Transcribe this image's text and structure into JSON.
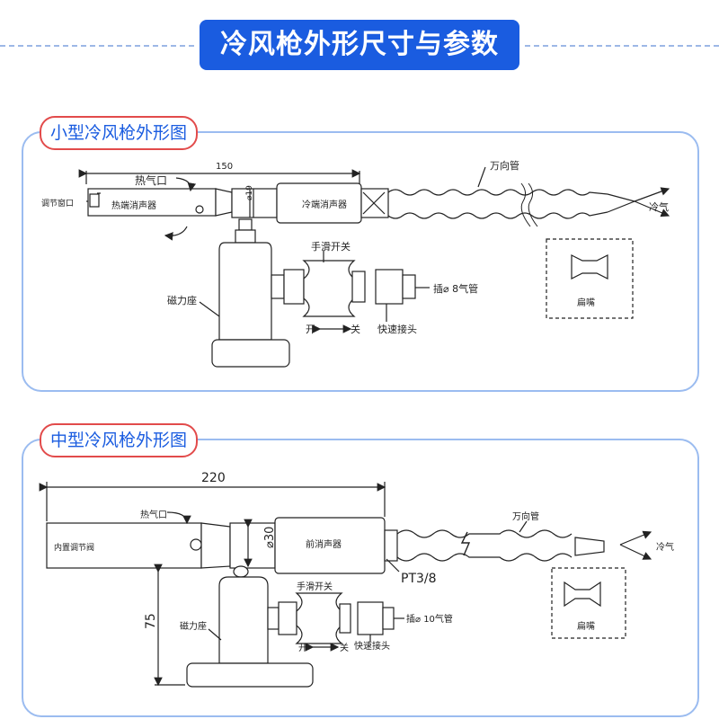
{
  "header": {
    "title": "冷风枪外形尺寸与参数"
  },
  "small": {
    "title": "小型冷风枪外形图",
    "dimension": "150",
    "diameter": "⌀19",
    "labels": {
      "hot_port": "热气口",
      "hot_muffler": "热端消声器",
      "adjust_window": "调节窗口",
      "cold_muffler": "冷端消声器",
      "universal_pipe": "万向管",
      "cold_air": "冷气",
      "hand_switch": "手滑开关",
      "magnet_base": "磁力座",
      "insert_pipe": "插⌀ 8气管",
      "quick_connector": "快速接头",
      "open": "开",
      "close": "关",
      "flat_nozzle": "扁嘴"
    }
  },
  "medium": {
    "title": "中型冷风枪外形图",
    "dimension_width": "220",
    "dimension_height": "75",
    "diameter": "⌀30",
    "thread": "PT3/8",
    "labels": {
      "hot_port": "热气口",
      "inner_valve": "内置调节阀",
      "front_muffler": "前消声器",
      "universal_pipe": "万向管",
      "cold_air": "冷气",
      "hand_switch": "手滑开关",
      "magnet_base": "磁力座",
      "insert_pipe": "插⌀ 10气管",
      "quick_connector": "快速接头",
      "open": "开",
      "close": "关",
      "flat_nozzle": "扁嘴"
    }
  }
}
